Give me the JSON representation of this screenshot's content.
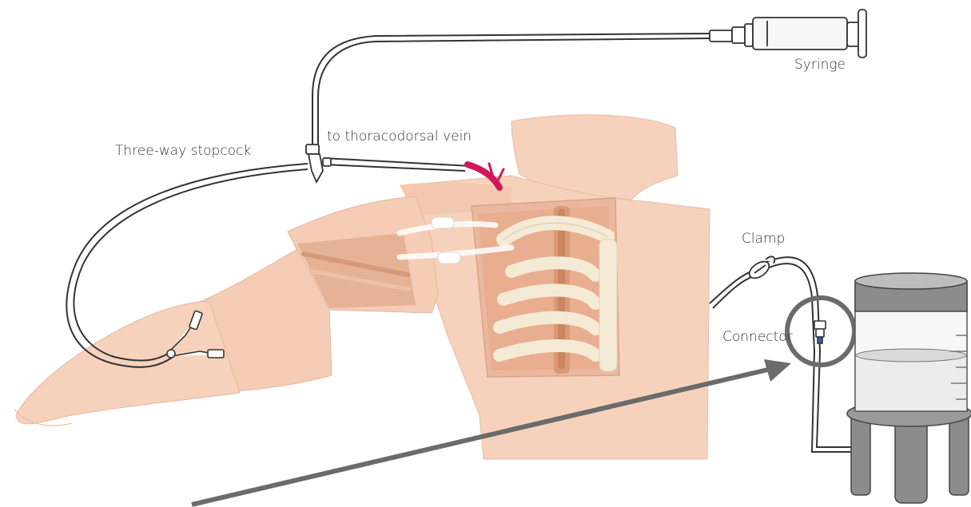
{
  "labels": {
    "syringe": "Syringe",
    "three_way_stopcock": "Three-way stopcock",
    "to_thoracodorsal_vein": "to thoracodorsal vein",
    "clamp": "Clamp",
    "connector": "Connector"
  },
  "colors": {
    "skin": "#f6d2bc",
    "skin_shadow": "#e6b79e",
    "bone": "#f5ead6",
    "tube": "#333333",
    "highlight_arrow": "#d0185a",
    "callout": "#6b6b6b",
    "reservoir_gray": "#8c8c8c",
    "fluid": "#f1f1f1"
  },
  "icons": {
    "syringe": "syringe-icon",
    "stopcock": "stopcock-icon",
    "clamp": "clamp-icon",
    "connector": "connector-icon",
    "reservoir": "reservoir-icon"
  }
}
